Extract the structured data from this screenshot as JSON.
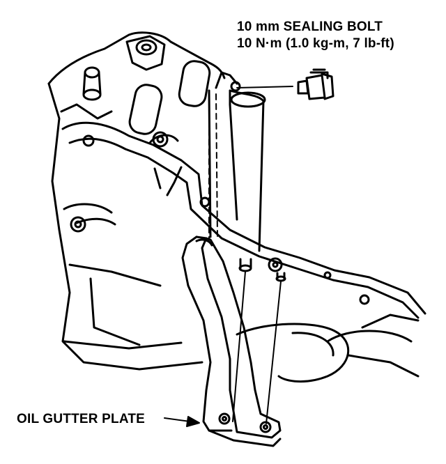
{
  "callouts": {
    "sealing_bolt": {
      "name": "10 mm SEALING BOLT",
      "torque": "10 N·m (1.0 kg-m, 7 lb-ft)"
    },
    "oil_gutter_plate": "OIL GUTTER PLATE"
  },
  "colors": {
    "line": "#000000",
    "background": "#ffffff"
  }
}
